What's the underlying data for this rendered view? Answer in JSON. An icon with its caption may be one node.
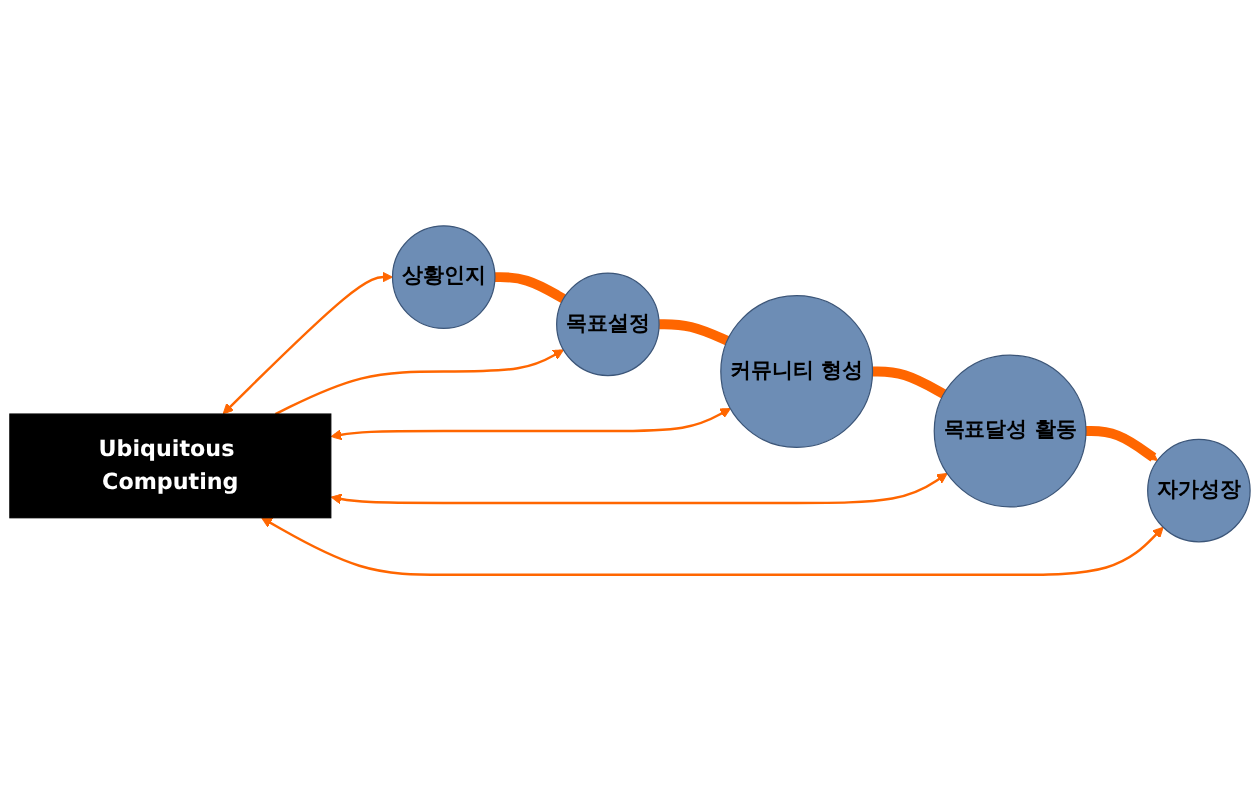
{
  "diagram": {
    "nodes": [
      {
        "text": [
          "목표달성 활동"
        ]
      },
      {
        "text": [
          "커뮤니티 형성"
        ]
      },
      {
        "text": [
          "자가성장"
        ]
      },
      {
        "text": [
          "Ubiquitous Computing"
        ]
      },
      {
        "text": [
          "목표설정"
        ]
      },
      {
        "text": [
          "상황인지"
        ]
      }
    ],
    "edges": [
      {
        "from": 5,
        "to": 4,
        "arrow": "none",
        "style": "thick"
      },
      {
        "from": 4,
        "to": 1,
        "arrow": "none",
        "style": "thick"
      },
      {
        "from": 1,
        "to": 0,
        "arrow": "none",
        "style": "thick"
      },
      {
        "from": 0,
        "to": 2,
        "arrow": "to",
        "style": "thick"
      },
      {
        "from": 3,
        "to": 2,
        "arrow": "both"
      },
      {
        "from": 3,
        "to": 0,
        "arrow": "both"
      },
      {
        "from": 3,
        "to": 1,
        "arrow": "both"
      },
      {
        "from": 3,
        "to": 4,
        "arrow": "to"
      },
      {
        "from": 3,
        "to": 5,
        "arrow": "both"
      }
    ]
  }
}
